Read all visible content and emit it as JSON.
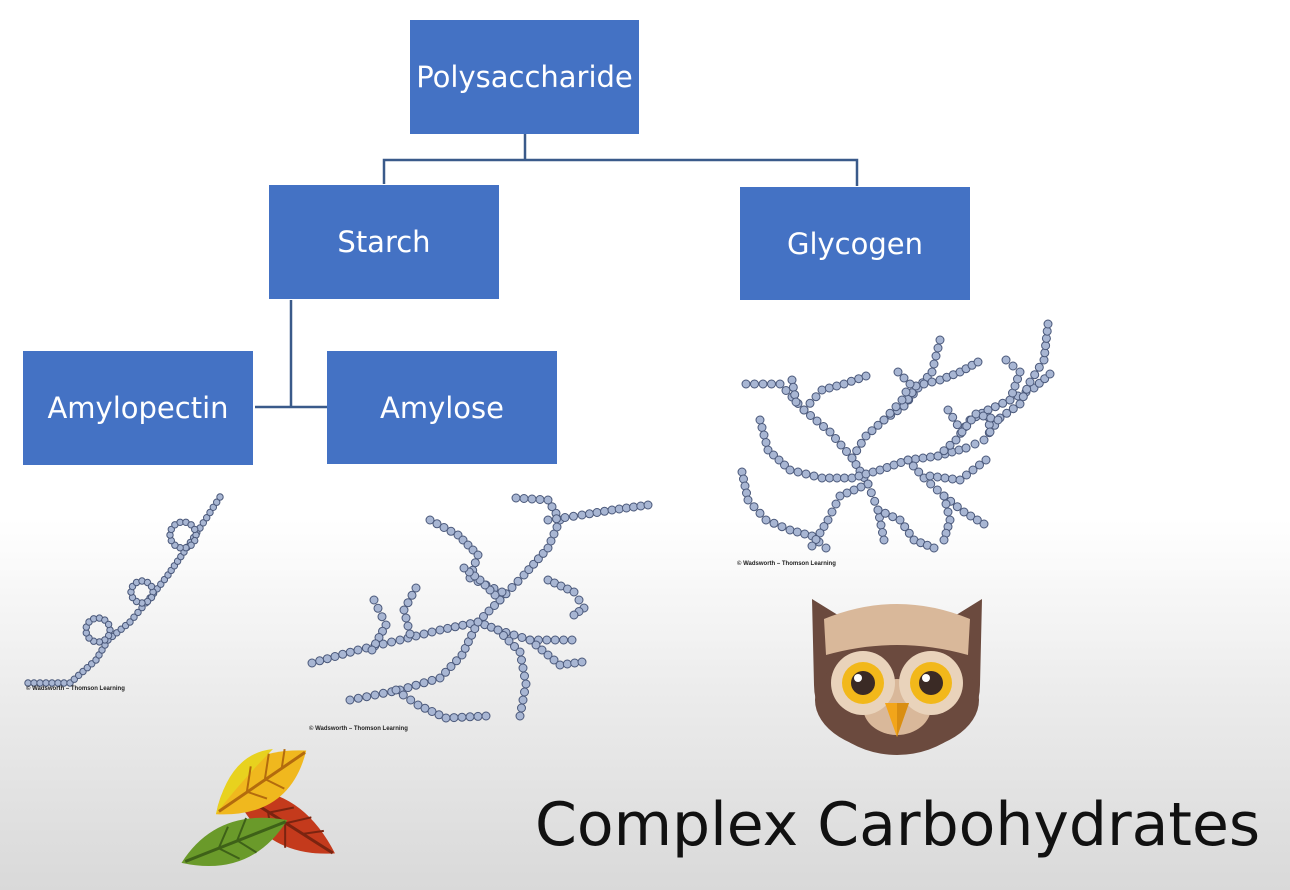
{
  "diagram": {
    "nodes": {
      "root": "Polysaccharide",
      "starch": "Starch",
      "glycogen": "Glycogen",
      "amylopectin": "Amylopectin",
      "amylose": "Amylose"
    },
    "box_color": "#4472c4",
    "line_color": "#3a5a8a"
  },
  "molecules": {
    "bead_color": "#a8b6d3",
    "bead_stroke": "#4a587a",
    "credit": "© Wadsworth – Thomson Learning"
  },
  "slide_title": "Complex Carbohydrates",
  "icons": {
    "owl": "owl-icon",
    "leaves": "autumn-leaves-icon"
  }
}
